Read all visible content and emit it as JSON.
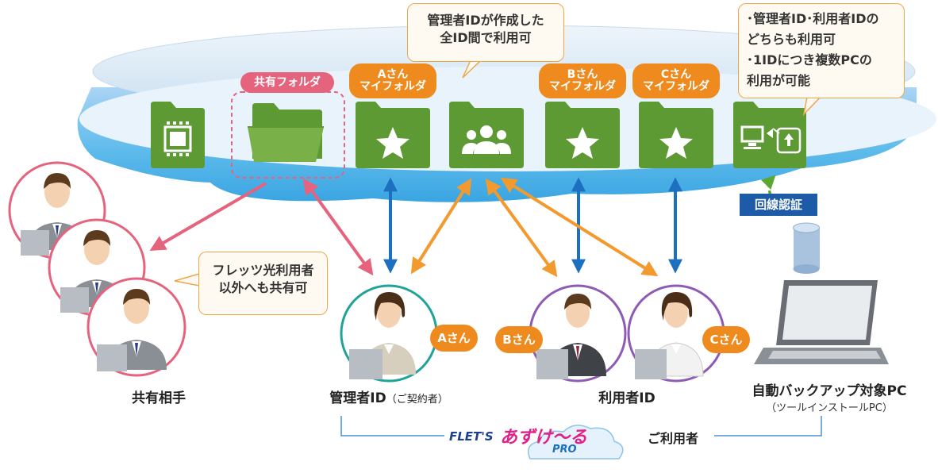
{
  "cloud": {
    "folders": [
      {
        "kind": "video",
        "icon": "video-folder-icon"
      },
      {
        "kind": "shared",
        "icon": "open-folder-icon",
        "label": "共有フォルダ"
      },
      {
        "kind": "star",
        "icon": "star-folder-icon",
        "label_lines": [
          "Aさん",
          "マイフォルダ"
        ]
      },
      {
        "kind": "group",
        "icon": "group-folder-icon"
      },
      {
        "kind": "star",
        "icon": "star-folder-icon",
        "label_lines": [
          "Bさん",
          "マイフォルダ"
        ]
      },
      {
        "kind": "star",
        "icon": "star-folder-icon",
        "label_lines": [
          "Cさん",
          "マイフォルダ"
        ]
      },
      {
        "kind": "sync",
        "icon": "pc-sync-folder-icon"
      }
    ]
  },
  "callouts": {
    "admin_shared": [
      "管理者IDが作成した",
      "全ID間で利用可"
    ],
    "backup_pc": [
      "･管理者ID･利用者IDの",
      "どちらも利用可",
      "･1IDにつき複数PCの",
      "利用が可能"
    ],
    "share_partner": [
      "フレッツ光利用者",
      "以外へも共有可"
    ]
  },
  "auth_label": "回線認証",
  "people": {
    "a_tag": "Aさん",
    "b_tag": "Bさん",
    "c_tag": "Cさん"
  },
  "captions": {
    "share_partner": "共有相手",
    "admin_main": "管理者ID",
    "admin_sub": "（ご契約者）",
    "user": "利用者ID",
    "backup_main": "自動バックアップ対象PC",
    "backup_sub": "（ツールインストールPC）"
  },
  "footer": {
    "brand_en": "FLET'S",
    "brand_jp": "あずけ〜る",
    "brand_pro": "PRO",
    "users": "ご利用者"
  },
  "colors": {
    "folder_green": "#5e9a34",
    "accent_orange": "#ee8a1e",
    "pink": "#e6637e",
    "blue_arrow": "#1d6fc0",
    "teal_ring": "#20a398",
    "purple_ring": "#8d5bb3"
  }
}
